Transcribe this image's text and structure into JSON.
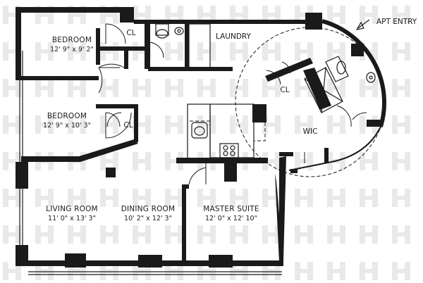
{
  "rooms": {
    "bedroom1": {
      "name": "BEDROOM",
      "dims": "12' 9\" x 9' 2\""
    },
    "bedroom2": {
      "name": "BEDROOM",
      "dims": "12' 9\" x 10' 3\""
    },
    "living": {
      "name": "LIVING ROOM",
      "dims": "11' 0\" x 13' 3\""
    },
    "dining": {
      "name": "DINING ROOM",
      "dims": "10' 2\" x 12' 3\""
    },
    "master": {
      "name": "MASTER SUITE",
      "dims": "12' 0\" x 12' 10\""
    },
    "laundry": {
      "name": "LAUNDRY"
    },
    "wic": {
      "name": "WIC"
    },
    "closet1": {
      "name": "CL"
    },
    "closet2": {
      "name": "CL"
    },
    "closet3": {
      "name": "CL"
    }
  },
  "apt_entry": {
    "label": "APT ENTRY"
  }
}
